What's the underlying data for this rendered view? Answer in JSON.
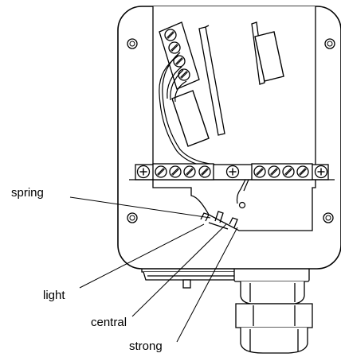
{
  "labels": {
    "spring": "spring",
    "light": "light",
    "central": "central",
    "strong": "strong"
  },
  "colors": {
    "line": "#000000",
    "background": "#ffffff"
  },
  "icons": [
    "screw-terminal-icon",
    "ground-screw-icon",
    "mounting-hole-icon"
  ]
}
